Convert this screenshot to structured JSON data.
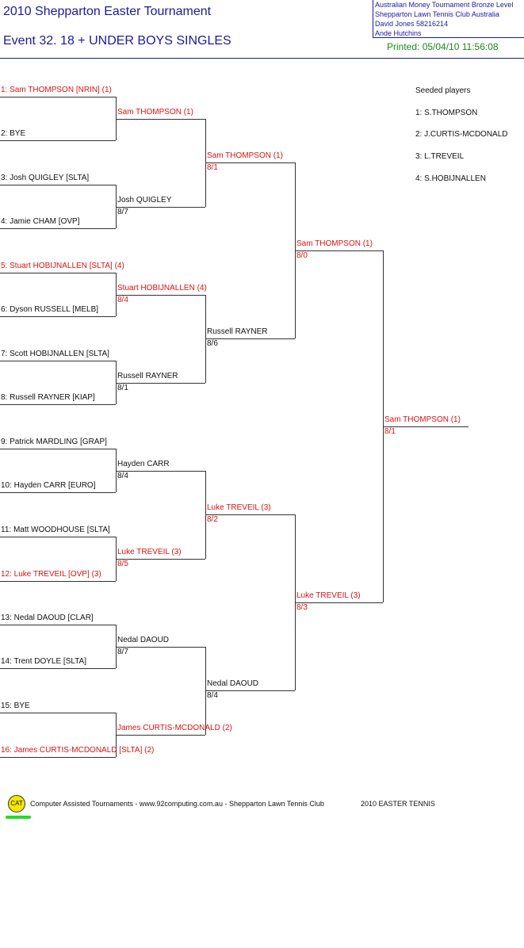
{
  "header": {
    "title": "2010 Shepparton Easter Tournament",
    "event": "Event 32. 18 + UNDER BOYS SINGLES",
    "info_lines": [
      "Australian Money Tournament Bronze Level",
      "Shepparton Lawn Tennis Club    Australia",
      "David Jones    58216214",
      "Ande Hutchins"
    ],
    "printed": "Printed: 05/04/10 11:56:08"
  },
  "draw": {
    "entries": [
      "1: Sam THOMPSON [NRIN] (1)",
      "2: BYE",
      "3: Josh QUIGLEY [SLTA]",
      "4: Jamie CHAM [OVP]",
      "5: Stuart HOBIJNALLEN [SLTA] (4)",
      "6: Dyson RUSSELL [MELB]",
      "7: Scott HOBIJNALLEN [SLTA]",
      "8: Russell RAYNER [KIAP]",
      "9: Patrick MARDLING [GRAP]",
      "10: Hayden CARR [EURO]",
      "11: Matt WOODHOUSE [SLTA]",
      "12: Luke TREVEIL [OVP] (3)",
      "13: Nedal DAOUD [CLAR]",
      "14: Trent DOYLE [SLTA]",
      "15: BYE",
      "16: James CURTIS-MCDONALD [SLTA] (2)"
    ],
    "round2": [
      {
        "name": "Sam THOMPSON (1)",
        "score": ""
      },
      {
        "name": "Josh QUIGLEY",
        "score": "8/7"
      },
      {
        "name": "Stuart HOBIJNALLEN (4)",
        "score": "8/4"
      },
      {
        "name": "Russell RAYNER",
        "score": "8/1"
      },
      {
        "name": "Hayden CARR",
        "score": "8/4"
      },
      {
        "name": "Luke TREVEIL (3)",
        "score": "8/5"
      },
      {
        "name": "Nedal DAOUD",
        "score": "8/7"
      },
      {
        "name": "James CURTIS-MCDONALD (2)",
        "score": ""
      }
    ],
    "round3": [
      {
        "name": "Sam THOMPSON (1)",
        "score": "8/1"
      },
      {
        "name": "Russell RAYNER",
        "score": "8/6"
      },
      {
        "name": "Luke TREVEIL (3)",
        "score": "8/2"
      },
      {
        "name": "Nedal DAOUD",
        "score": "8/4"
      }
    ],
    "round4": [
      {
        "name": "Sam THOMPSON (1)",
        "score": "8/0"
      },
      {
        "name": "Luke TREVEIL (3)",
        "score": "8/3"
      }
    ],
    "final": {
      "name": "Sam THOMPSON (1)",
      "score": "8/1"
    }
  },
  "seeds": {
    "heading": "Seeded players",
    "list": [
      "1: S.THOMPSON",
      "2: J.CURTIS-MCDONALD",
      "3: L.TREVEIL",
      "4: S.HOBIJNALLEN"
    ]
  },
  "footer": {
    "logo_text": "CAT",
    "text": "Computer Assisted Tournaments - www.92computing.com.au -  Shepparton Lawn Tennis Club",
    "event": "2010 EASTER TENNIS"
  },
  "colors": {
    "seeded": "#dd1111",
    "title": "#1a1aa0",
    "printed": "#1a8a1a",
    "logo": "#f3e600"
  }
}
